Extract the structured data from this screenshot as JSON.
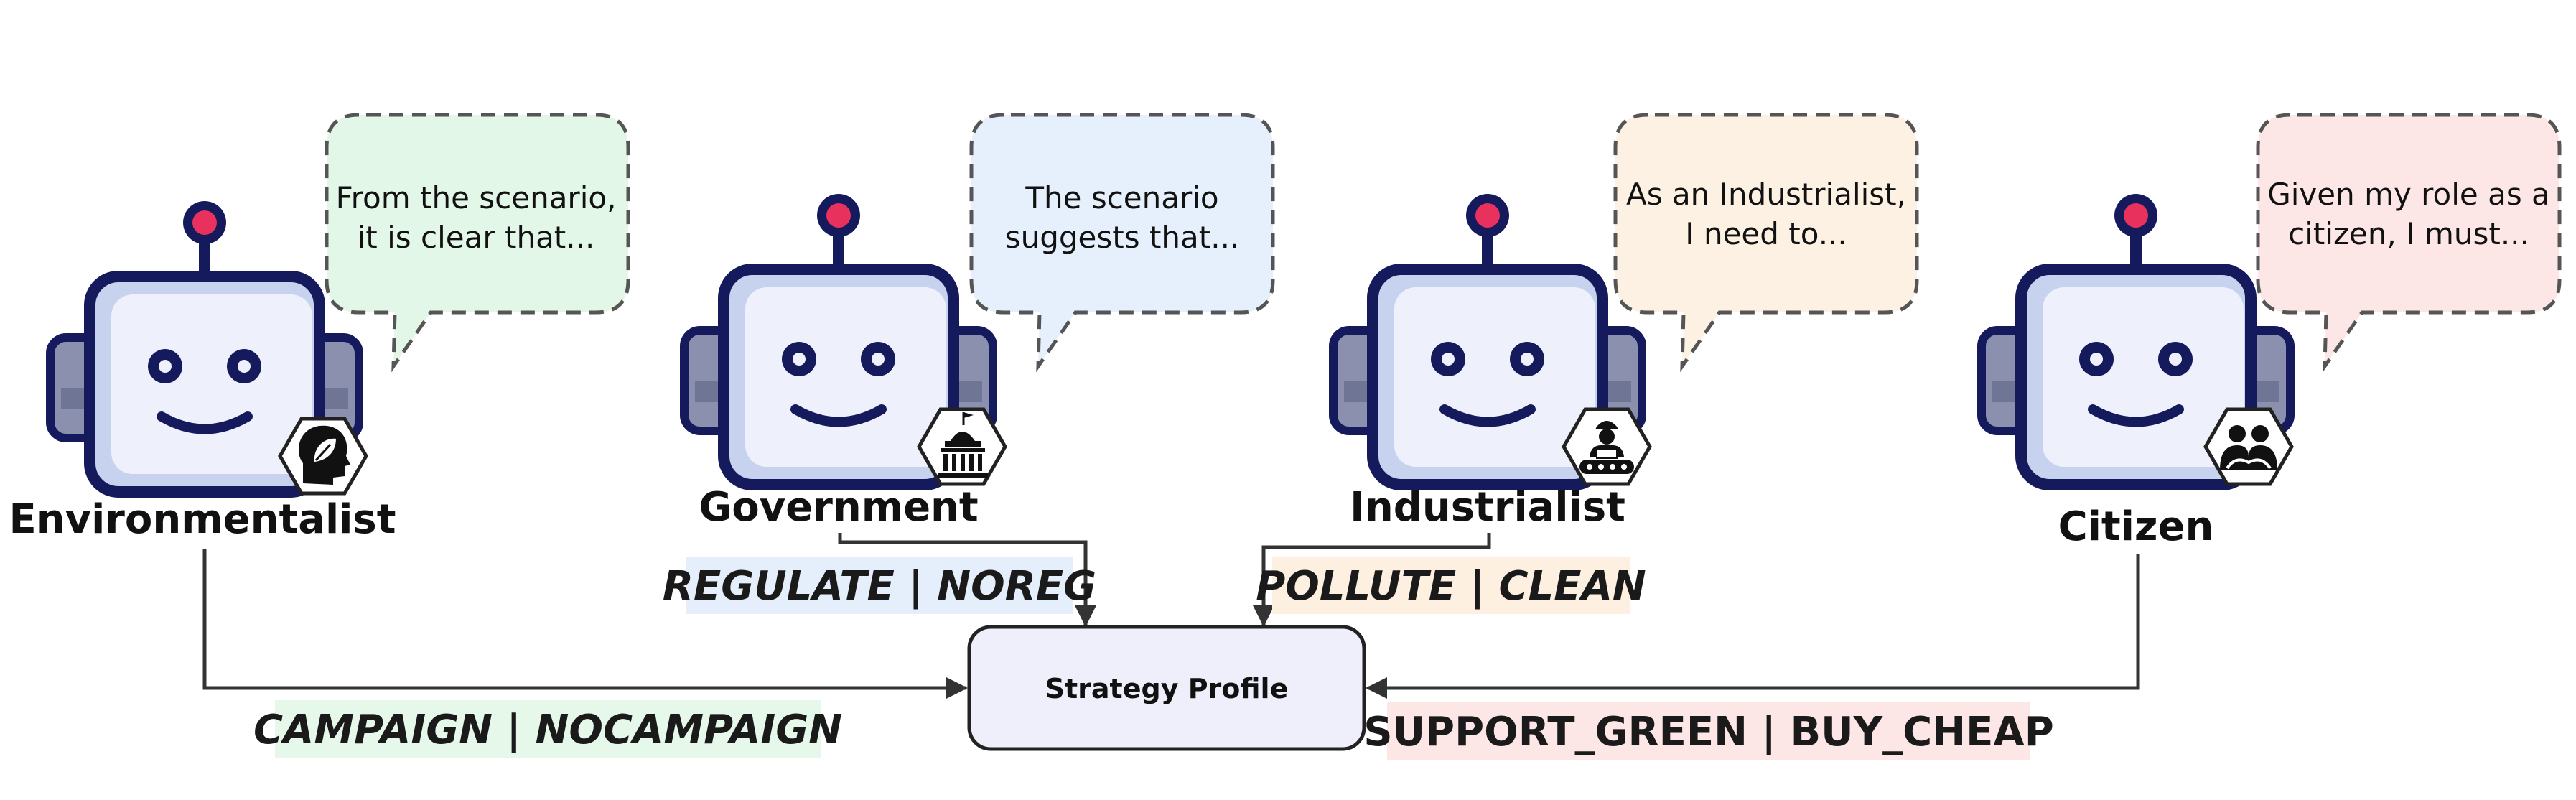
{
  "agents": [
    {
      "id": "environmentalist",
      "label": "Environmentalist",
      "speech": [
        "From the scenario,",
        "it is clear that..."
      ],
      "bubble_color": "#e3f7e9",
      "badge_icon": "leaf-head-icon",
      "actions": "CAMPAIGN | NOCAMPAIGN",
      "actions_color": "#e6f8ea"
    },
    {
      "id": "government",
      "label": "Government",
      "speech": [
        "The scenario",
        "suggests that..."
      ],
      "bubble_color": "#e6effc",
      "badge_icon": "capitol-building-icon",
      "actions": "REGULATE | NOREG",
      "actions_color": "#e5effc"
    },
    {
      "id": "industrialist",
      "label": "Industrialist",
      "speech": [
        "As an Industrialist,",
        "I need to..."
      ],
      "bubble_color": "#fdf1e4",
      "badge_icon": "factory-worker-icon",
      "actions": "POLLUTE | CLEAN",
      "actions_color": "#fdf0e1"
    },
    {
      "id": "citizen",
      "label": "Citizen",
      "speech": [
        "Given my role as a",
        "citizen, I must..."
      ],
      "bubble_color": "#fde6e6",
      "badge_icon": "people-icon",
      "actions": "SUPPORT_GREEN | BUY_CHEAP",
      "actions_color": "#fde6e6"
    }
  ],
  "center": {
    "label": "Strategy Profile",
    "fill_color": "#efeefb"
  },
  "colors": {
    "robot_outline": "#141a5c",
    "robot_face": "#eef1fb",
    "robot_shadow": "#c7d2ee",
    "robot_ear": "#8a90ad",
    "antenna_bulb": "#e8315c",
    "arrow": "#333333"
  }
}
